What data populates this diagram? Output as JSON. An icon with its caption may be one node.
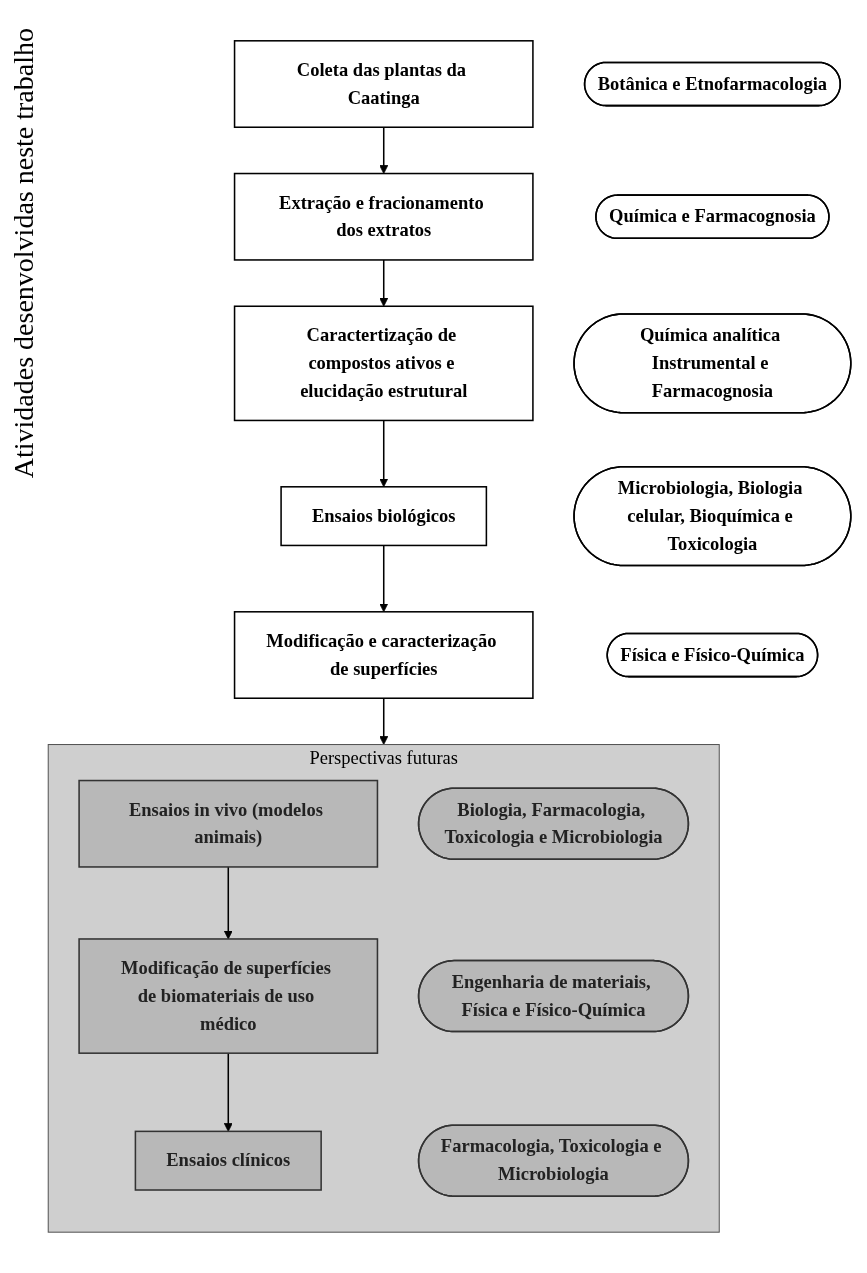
{
  "diagram": {
    "nodes": [
      {
        "text": [
          "Coleta das plantas da Caatinga"
        ]
      },
      {
        "text": [
          "Botânica e Etnofarmacologia"
        ]
      },
      {
        "text": [
          "Extração e fracionamento dos extratos"
        ]
      },
      {
        "text": [
          "Química e Farmacognosia"
        ]
      },
      {
        "text": [
          "Caractertização de compostos ativos e elucidação estrutural"
        ]
      },
      {
        "text": [
          "Química analítica Instrumental e Farmacognosia"
        ]
      },
      {
        "text": [
          "Ensaios biológicos"
        ]
      },
      {
        "text": [
          "Microbiologia, Biologia celular, Bioquímica e Toxicologia"
        ]
      },
      {
        "text": [
          "Modificação e caracterização de superfícies"
        ]
      },
      {
        "text": [
          "Física e Físico-Química"
        ]
      },
      {
        "text": [
          "Perspectivas futuras"
        ]
      },
      {
        "text": [
          "Ensaios in vivo (modelos animais)"
        ],
        "in": 10
      },
      {
        "text": [
          "Biologia, Farmacologia, Toxicologia e Microbiologia"
        ],
        "in": 10
      },
      {
        "text": [
          "Modificação de superfícies de biomateriais de uso médico"
        ],
        "in": 10
      },
      {
        "text": [
          "Engenharia de materiais, Física e Físico-Química"
        ],
        "in": 10
      },
      {
        "text": [
          "Ensaios clínicos"
        ],
        "in": 10
      },
      {
        "text": [
          "Farmacologia, Toxicologia e Microbiologia"
        ],
        "in": 10
      }
    ],
    "edges": [
      {
        "from": 0,
        "to": 2,
        "arrow": "to"
      },
      {
        "from": 2,
        "to": 4,
        "arrow": "to"
      },
      {
        "from": 4,
        "to": 6,
        "arrow": "to"
      },
      {
        "from": 6,
        "to": 8,
        "arrow": "to"
      },
      {
        "from": 8,
        "to": 10,
        "arrow": "to"
      },
      {
        "from": 11,
        "to": 13,
        "arrow": "to"
      },
      {
        "from": 13,
        "to": 15,
        "arrow": "to"
      }
    ],
    "labels": [
      "Atividades desenvolvidas neste trabalho"
    ]
  }
}
